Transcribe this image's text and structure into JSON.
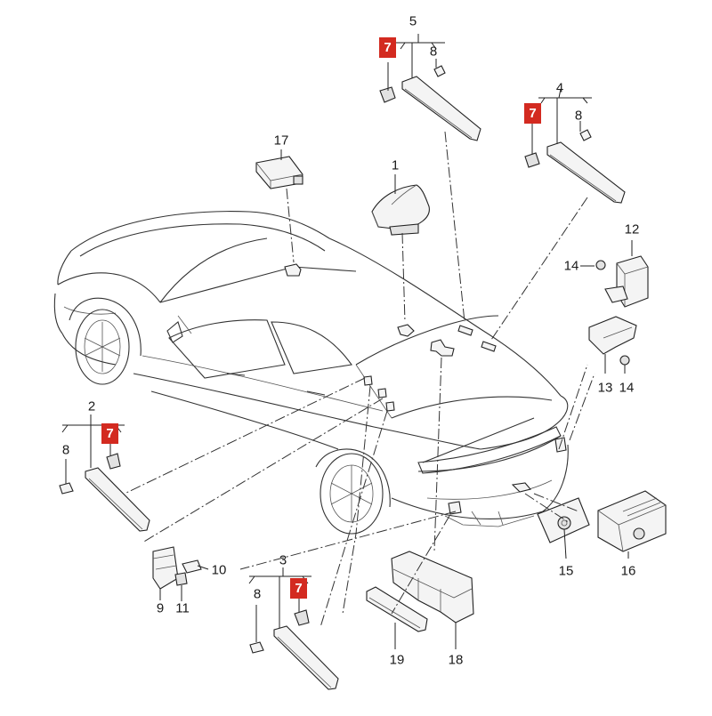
{
  "callouts": {
    "c1": "1",
    "c2": "2",
    "c3": "3",
    "c4": "4",
    "c5": "5",
    "c7": "7",
    "c8": "8",
    "c9": "9",
    "c10": "10",
    "c11": "11",
    "c12": "12",
    "c13": "13",
    "c14": "14",
    "c15": "15",
    "c16": "16",
    "c17": "17",
    "c18": "18",
    "c19": "19"
  },
  "colors": {
    "highlight": "#d32a20",
    "line": "#333333"
  }
}
